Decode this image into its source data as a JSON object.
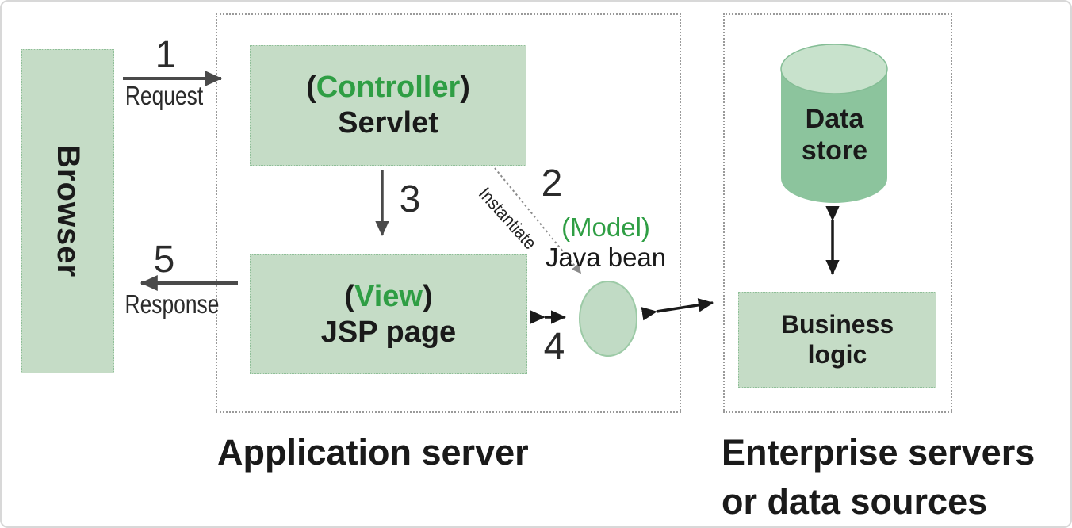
{
  "diagram": {
    "browser": {
      "label": "Browser"
    },
    "app_server": {
      "caption": "Application server",
      "controller": {
        "paren_open": "(",
        "name": "Controller",
        "paren_close": ")",
        "subtitle": "Servlet"
      },
      "view": {
        "paren_open": "(",
        "name": "View",
        "paren_close": ")",
        "subtitle": "JSP page"
      },
      "model": {
        "name": "(Model)",
        "subtitle": "Java bean"
      }
    },
    "enterprise": {
      "caption_line1": "Enterprise servers",
      "caption_line2": "or data sources",
      "data_store": {
        "line1": "Data",
        "line2": "store"
      },
      "business_logic": {
        "line1": "Business",
        "line2": "logic"
      }
    },
    "flows": {
      "step1": {
        "num": "1",
        "label": "Request"
      },
      "step2": {
        "num": "2",
        "label": "Instantiate"
      },
      "step3": {
        "num": "3"
      },
      "step4": {
        "num": "4"
      },
      "step5": {
        "num": "5",
        "label": "Response"
      }
    },
    "colors": {
      "box_fill": "#c5dcc6",
      "box_border": "#8fbf98",
      "cylinder_body": "#8cc49d",
      "cylinder_top": "#c8e2cc",
      "accent_green": "#2f9e44",
      "arrow_gray": "#4a4a4a",
      "arrow_black": "#1a1a1a",
      "dash_gray": "#9a9a9a"
    }
  }
}
